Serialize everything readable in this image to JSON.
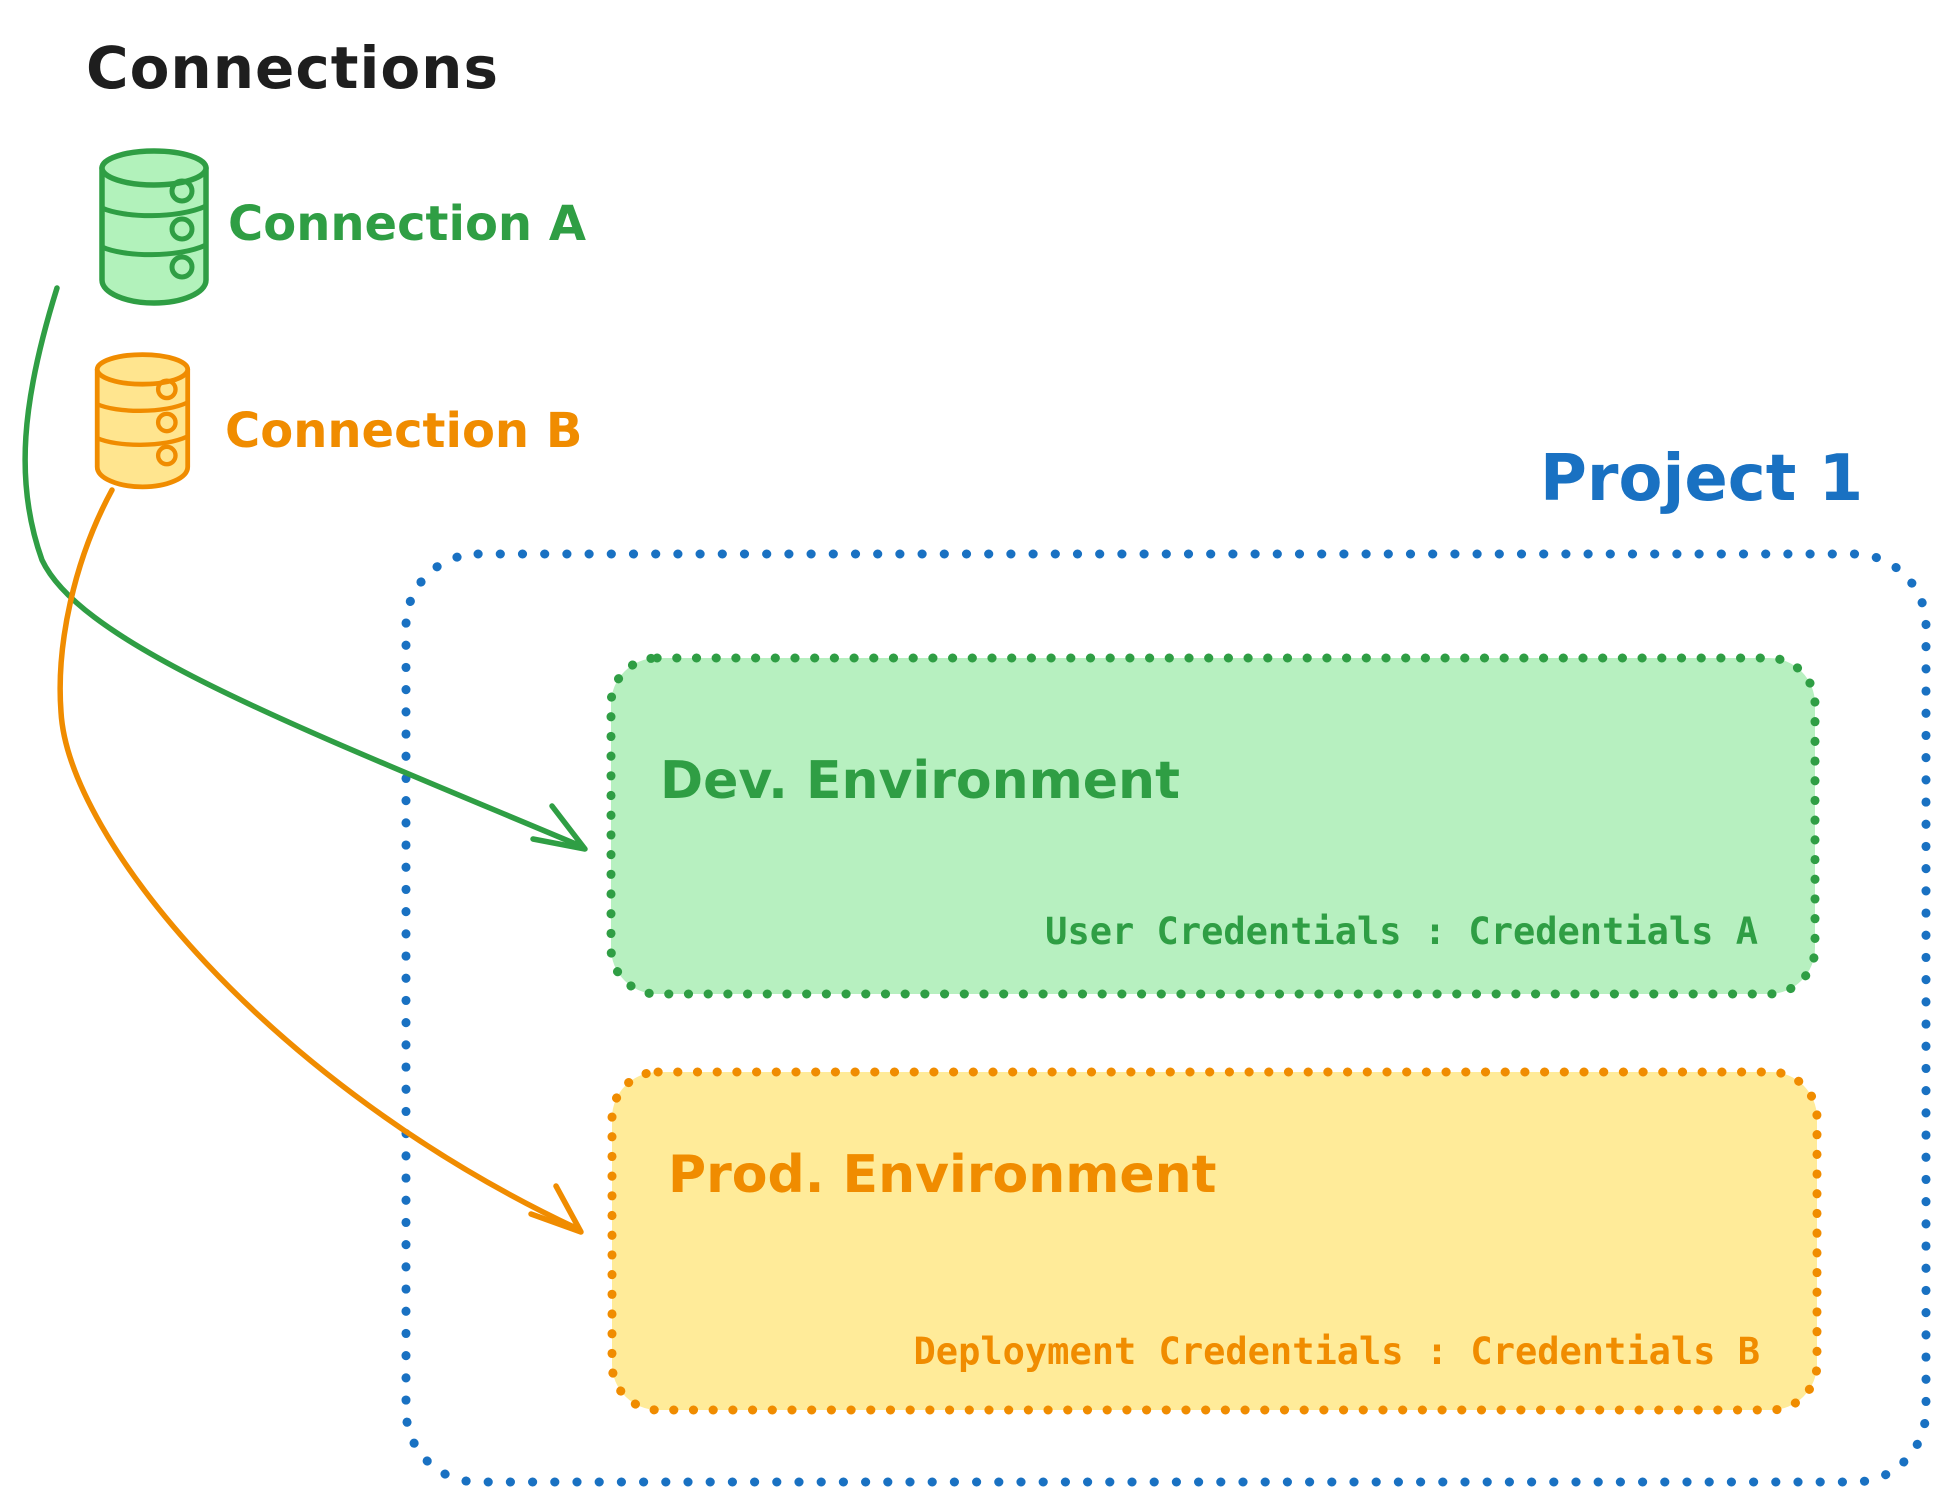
{
  "title": "Connections",
  "colors": {
    "text": "#1e1e1e",
    "green_stroke": "#2f9e44",
    "green_fill": "#b2f2bb",
    "green_box_fill": "#b7f0c0",
    "orange_stroke": "#f08c00",
    "orange_fill": "#ffe58f",
    "orange_box_fill": "#ffeb99",
    "blue": "#1971c2"
  },
  "connections": [
    {
      "label": "Connection A",
      "icon": "database-icon",
      "color": "#2f9e44"
    },
    {
      "label": "Connection B",
      "icon": "database-icon",
      "color": "#f08c00"
    }
  ],
  "project": {
    "label": "Project 1",
    "environments": [
      {
        "name": "Dev. Environment",
        "credentials": "User Credentials : Credentials A",
        "color": "#2f9e44"
      },
      {
        "name": "Prod. Environment",
        "credentials": "Deployment Credentials : Credentials B",
        "color": "#f08c00"
      }
    ]
  },
  "arrows": [
    {
      "from": "Connection A",
      "to": "Dev. Environment",
      "color": "#2f9e44"
    },
    {
      "from": "Connection B",
      "to": "Prod. Environment",
      "color": "#f08c00"
    }
  ]
}
